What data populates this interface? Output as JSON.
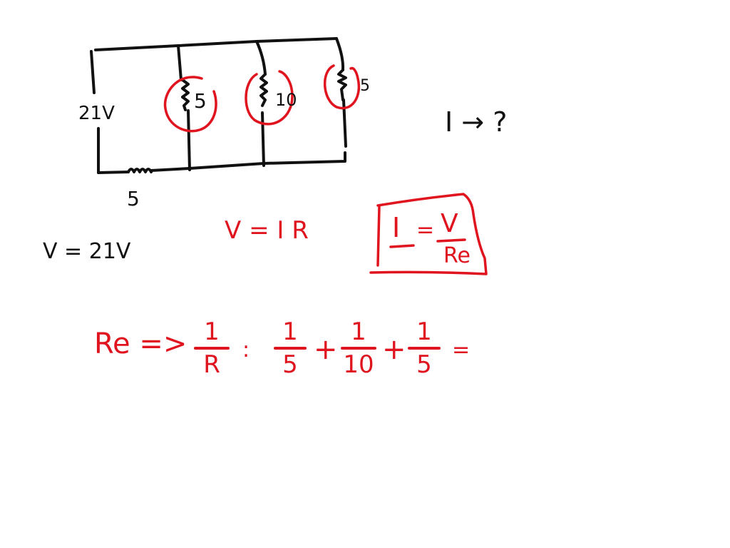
{
  "colors": {
    "ink_black": "#111111",
    "ink_red": "#e0141e",
    "background": "#ffffff"
  },
  "circuit": {
    "source_label": "21V",
    "series_resistor_label": "5",
    "branches": [
      {
        "label": "5",
        "circled": true
      },
      {
        "label": "10",
        "circled": true
      },
      {
        "label": "5",
        "circled": true
      }
    ]
  },
  "question": "I → ?",
  "given": "V = 21V",
  "ohms_law": "V = I R",
  "boxed_formula": {
    "lhs": "I",
    "eq": "=",
    "num": "V",
    "den": "Re"
  },
  "equivalent_resistance": {
    "label": "Re =>",
    "lhs": {
      "num": "1",
      "den": "R"
    },
    "eq1": ":",
    "terms": [
      {
        "num": "1",
        "den": "5"
      },
      {
        "num": "1",
        "den": "10"
      },
      {
        "num": "1",
        "den": "5"
      }
    ],
    "plus": "+",
    "eq2": "="
  }
}
